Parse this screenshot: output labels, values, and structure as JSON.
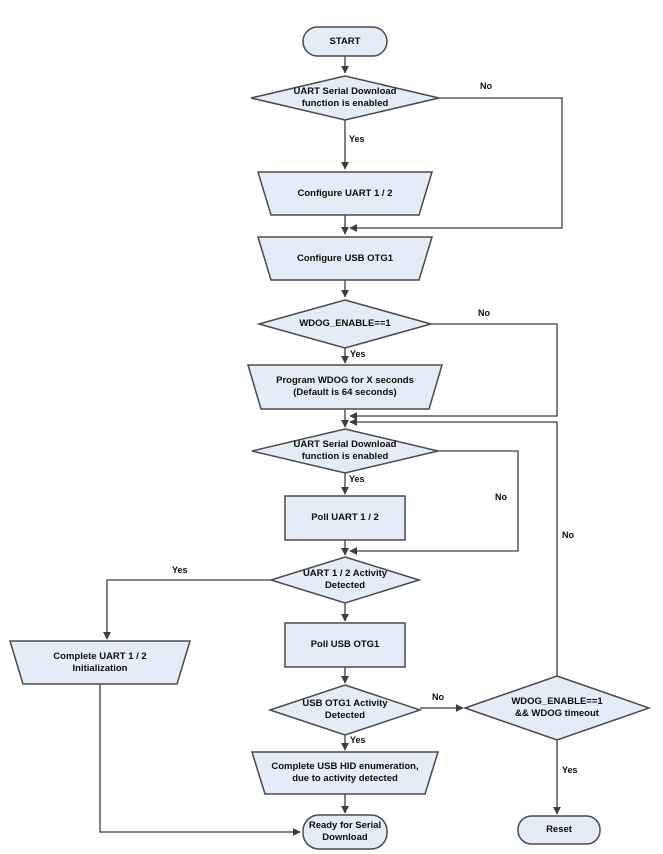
{
  "diagram": {
    "type": "flowchart",
    "nodes": {
      "start": "START",
      "d_uart_enabled_top": "UART Serial Download\nfunction is enabled",
      "p_config_uart": "Configure UART 1 / 2",
      "p_config_usb": "Configure USB OTG1",
      "d_wdog_enable": "WDOG_ENABLE==1",
      "p_program_wdog": "Program WDOG for X seconds\n(Default is 64 seconds)",
      "d_uart_enabled_loop": "UART Serial Download\nfunction is enabled",
      "p_poll_uart": "Poll UART 1 / 2",
      "d_uart_activity": "UART 1 / 2 Activity\nDetected",
      "p_poll_usb": "Poll USB OTG1",
      "d_usb_activity": "USB OTG1 Activity\nDetected",
      "p_complete_hid": "Complete USB HID enumeration,\ndue to activity detected",
      "t_ready": "Ready for Serial\nDownload",
      "p_complete_uart_init": "Complete UART 1 / 2\nInitialization",
      "d_wdog_timeout": "WDOG_ENABLE==1\n&& WDOG timeout",
      "t_reset": "Reset"
    },
    "edge_labels": {
      "yes_uart_enabled": "Yes",
      "no_uart_enabled": "No",
      "yes_wdog": "Yes",
      "no_wdog": "No",
      "yes_uart_enabled_loop": "Yes",
      "no_uart_enabled_loop": "No",
      "yes_uart_activity": "Yes",
      "no_wdog_timeout_loop": "No",
      "yes_usb_activity": "Yes",
      "no_usb_activity": "No",
      "yes_wdog_timeout": "Yes"
    }
  },
  "colors": {
    "shape_fill": "#e4ecf8",
    "shape_border": "#4a4a4a",
    "line": "#3d3d3d",
    "text": "#0d0d0d",
    "background": "#ffffff"
  }
}
